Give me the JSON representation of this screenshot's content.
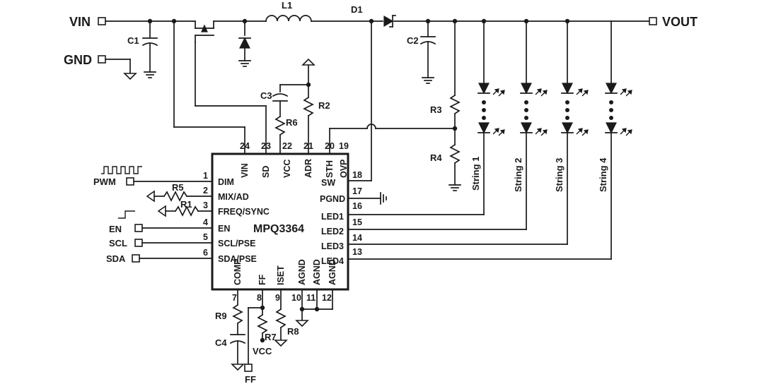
{
  "terminals": {
    "vin": "VIN",
    "gnd": "GND",
    "vout": "VOUT",
    "pwm": "PWM",
    "en": "EN",
    "scl": "SCL",
    "sda": "SDA",
    "ff_out": "FF",
    "vcc": "VCC"
  },
  "components": {
    "l1": "L1",
    "d1": "D1",
    "c1": "C1",
    "c2": "C2",
    "c3": "C3",
    "c4": "C4",
    "r1": "R1",
    "r2": "R2",
    "r3": "R3",
    "r4": "R4",
    "r5": "R5",
    "r6": "R6",
    "r7": "R7",
    "r8": "R8",
    "r9": "R9"
  },
  "chip": {
    "name": "MPQ3364",
    "left_pins": [
      {
        "num": "1",
        "name": "DIM"
      },
      {
        "num": "2",
        "name": "MIX/AD"
      },
      {
        "num": "3",
        "name": "FREQ/SYNC"
      },
      {
        "num": "4",
        "name": "EN"
      },
      {
        "num": "5",
        "name": "SCL/PSE"
      },
      {
        "num": "6",
        "name": "SDA/PSE"
      }
    ],
    "top_pins": [
      {
        "num": "24",
        "name": "VIN"
      },
      {
        "num": "23",
        "name": "SD"
      },
      {
        "num": "22",
        "name": "VCC"
      },
      {
        "num": "21",
        "name": "ADR"
      },
      {
        "num": "20",
        "name": "STH"
      },
      {
        "num": "19",
        "name": "OVP"
      }
    ],
    "right_pins": [
      {
        "num": "18",
        "name": "SW"
      },
      {
        "num": "17",
        "name": "PGND"
      },
      {
        "num": "16",
        "name": ""
      },
      {
        "num": "15",
        "name": "LED1"
      },
      {
        "num": "14",
        "name": "LED2"
      },
      {
        "num": "13",
        "name": "LED3"
      },
      {
        "num": "",
        "name": "LED4"
      }
    ],
    "bottom_pins": [
      {
        "num": "7",
        "name": "COMP"
      },
      {
        "num": "8",
        "name": "FF"
      },
      {
        "num": "9",
        "name": "ISET"
      },
      {
        "num": "10",
        "name": "AGND"
      },
      {
        "num": "11",
        "name": "AGND"
      },
      {
        "num": "12",
        "name": "AGND"
      }
    ]
  },
  "strings": [
    "String 1",
    "String 2",
    "String 3",
    "String 4"
  ]
}
